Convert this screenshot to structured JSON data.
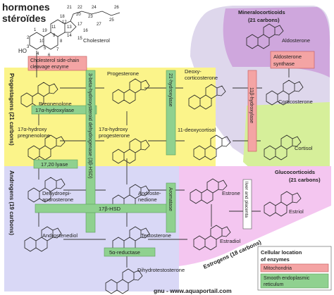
{
  "title_line1": "hormones",
  "title_line2": "stéroïdes",
  "cholesterol": {
    "name": "Cholesterol",
    "oh": "HO",
    "atom_numbers": [
      "21",
      "22",
      "24",
      "26",
      "20",
      "23",
      "25",
      "18",
      "12",
      "13",
      "17",
      "27",
      "11",
      "16",
      "19",
      "1",
      "9",
      "14",
      "15",
      "2",
      "10",
      "8",
      "3",
      "5",
      "7",
      "4",
      "6"
    ]
  },
  "groups": {
    "mineralocorticoids": "Mineralocorticoids",
    "mineralocorticoids_sub": "(21 carbons)",
    "glucocorticoids": "Glucocorticoids",
    "glucocorticoids_sub": "(21 carbons)",
    "progestagens": "Progestagens (21 carbons)",
    "androgens": "Androgens (19 carbons)",
    "estrogens": "Estrogens (18 carbons)"
  },
  "compounds": {
    "pregnenolone": "Pregnenolone",
    "progesterone": "Progesterone",
    "deoxycorticosterone": [
      "Deoxy-",
      "corticosterone"
    ],
    "corticosterone": "Corticosterone",
    "aldosterone": "Aldosterone",
    "hydroxy_pregnenolone": [
      "17α-hydroxy",
      "pregnenolone"
    ],
    "hydroxy_progesterone": [
      "17α-hydroxy",
      "progesterone"
    ],
    "deoxycortisol": "11-deoxycortisol",
    "cortisol": "Cortisol",
    "dhea": [
      "Dehydroepi-",
      "androsterone"
    ],
    "androstenedione": [
      "Androste-",
      "nedione"
    ],
    "estrone": "Estrone",
    "androstenediol": "Androstenediol",
    "testosterone": "Testosterone",
    "estradiol": "Estradiol",
    "estriol": "Estriol",
    "dht": "Dihydrotestosterone"
  },
  "enzymes": {
    "side_chain": [
      "Cholesterol side-chain",
      "cleavage enzyme"
    ],
    "hydroxylase17": "17α-hydroxylase",
    "hsd3b": "3-beta-hydroxysteroid dehydrogenase (3β-HSD)",
    "hydroxylase21": "21-hydroxylase",
    "hydroxylase11b": "11β-hydroxylase",
    "aldo_synthase": [
      "Aldosterone",
      "synthase"
    ],
    "lyase": "17,20 lyase",
    "hsd17b": "17β-HSD",
    "aromatase": "Aromatase",
    "liver_placenta": "liver and placenta",
    "reductase": "5α-reductase"
  },
  "legend": {
    "title": [
      "Cellular location",
      "of enzymes"
    ],
    "mito": "Mitochondria",
    "ser": [
      "Smooth endoplasmic",
      "reticulum"
    ]
  },
  "watermark": "gnu - www.aquaportail.com",
  "colors": {
    "progestagens": "#fbf48a",
    "androgens": "#d9d8f6",
    "estrogens": "#f4c6f0",
    "corticoids": "#ded7ec",
    "mineralo": "#cfa7dd",
    "gluco": "#d6ef9a",
    "enzyme_er": "#8fd18f",
    "enzyme_mito": "#f4a4a4"
  }
}
